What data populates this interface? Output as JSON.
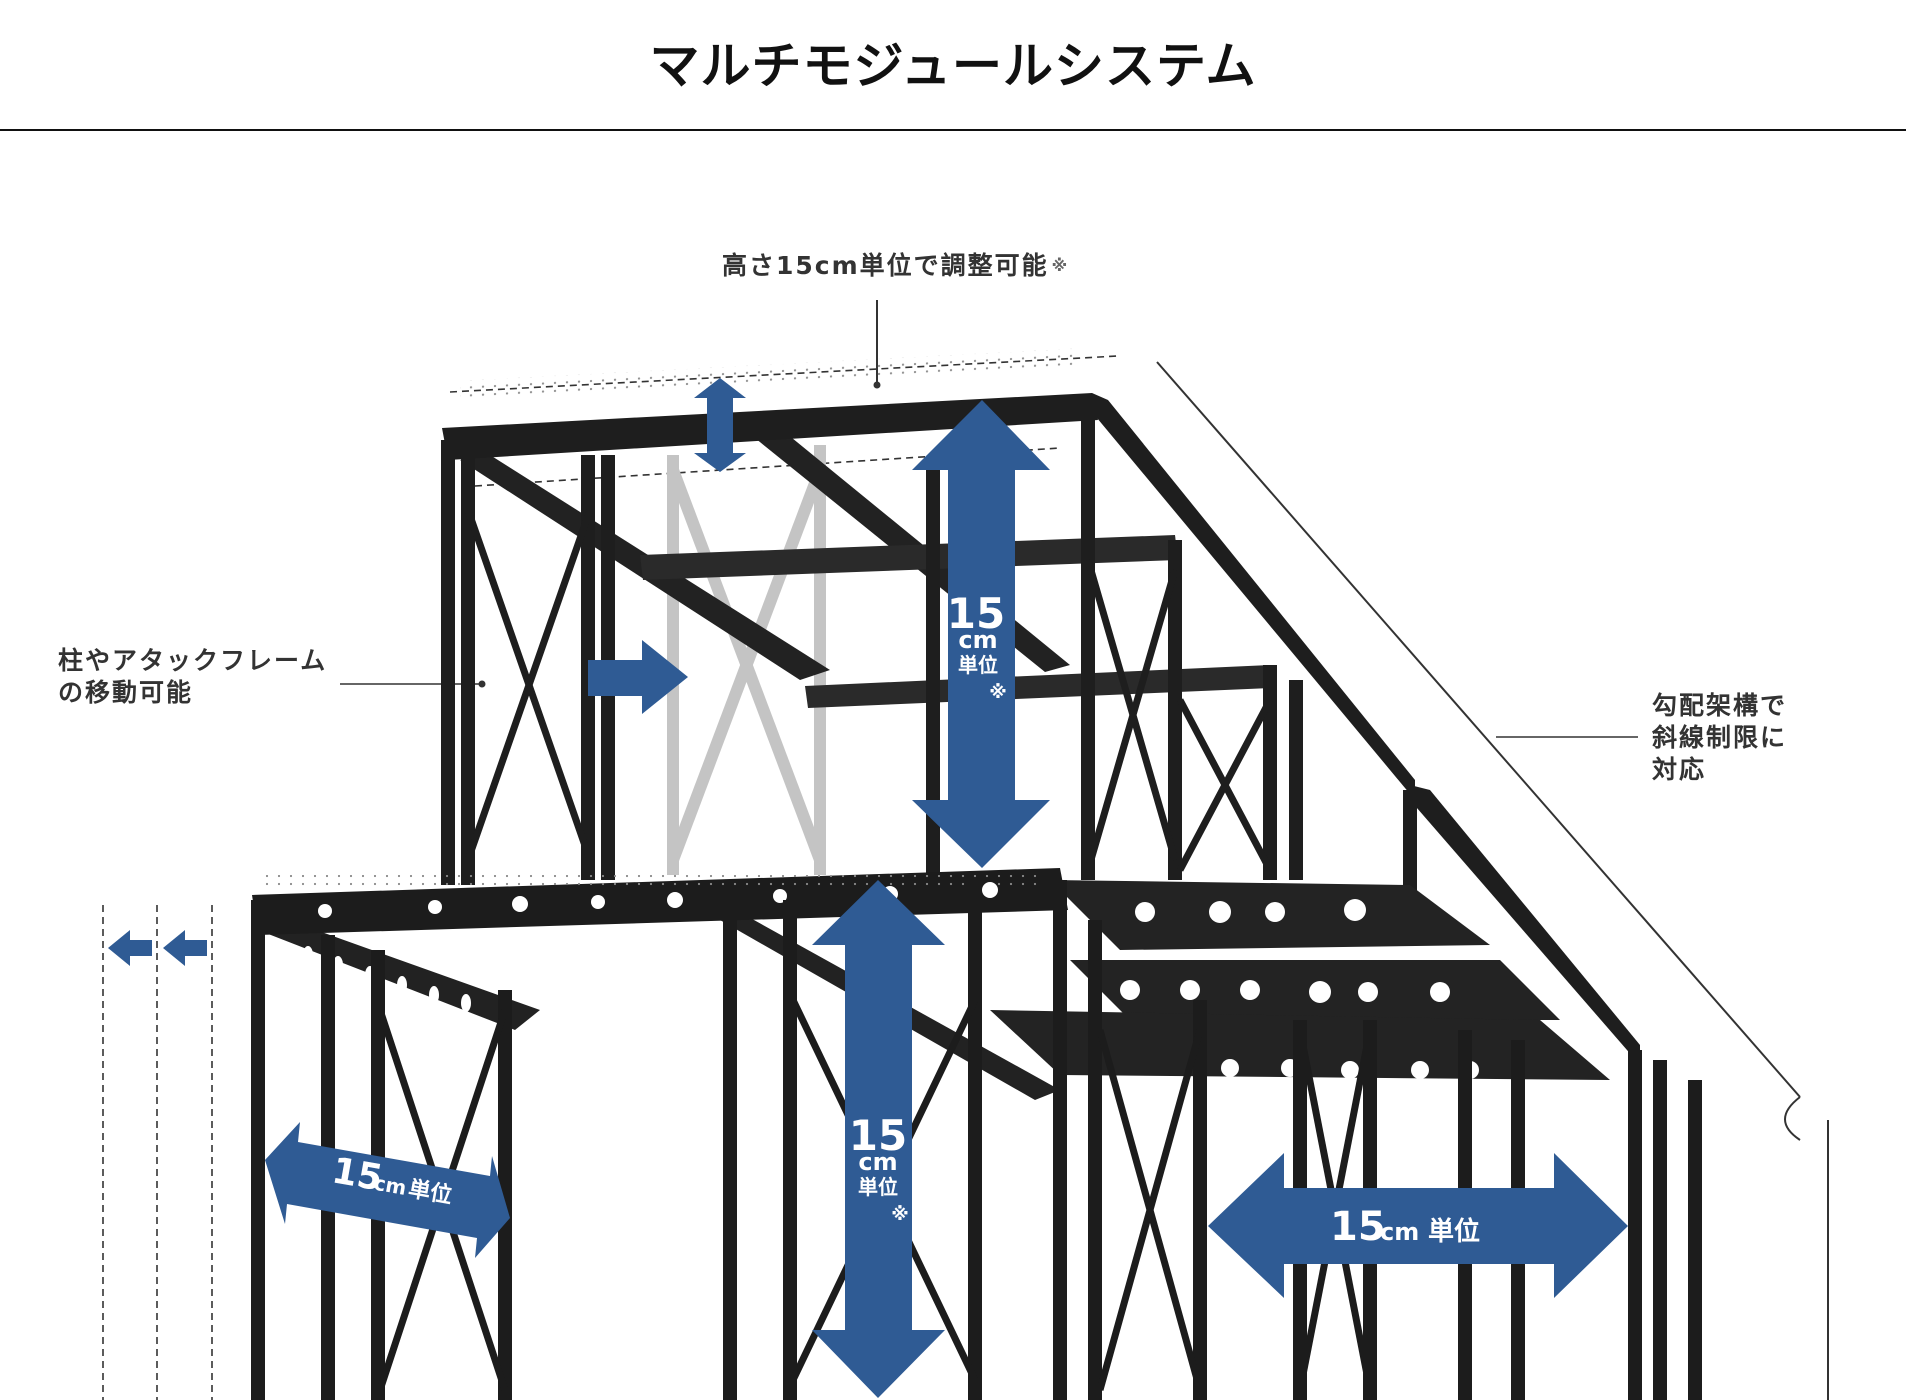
{
  "title": "マルチモジュールシステム",
  "annotations": {
    "height_adjust": "高さ15cm単位で調整可能",
    "height_adjust_mark": "※",
    "column_move_line1": "柱やアタックフレーム",
    "column_move_line2": "の移動可能",
    "slope_line1": "勾配架構で",
    "slope_line2": "斜線制限に",
    "slope_line3": "対応"
  },
  "arrow_labels": {
    "upper_vertical": {
      "num": "15",
      "unit": "cm",
      "word": "単位",
      "mark": "※"
    },
    "lower_vertical": {
      "num": "15",
      "unit": "cm",
      "word": "単位",
      "mark": "※"
    },
    "left_horizontal": {
      "num": "15",
      "unit": "cm",
      "word": "単位"
    },
    "right_horizontal": {
      "num": "15",
      "unit": "cm",
      "word": "単位"
    }
  },
  "colors": {
    "arrow_blue": "#2f5b94",
    "frame": "#1e1e1e",
    "frame_ghost": "#c4c4c4",
    "line": "#333333"
  }
}
